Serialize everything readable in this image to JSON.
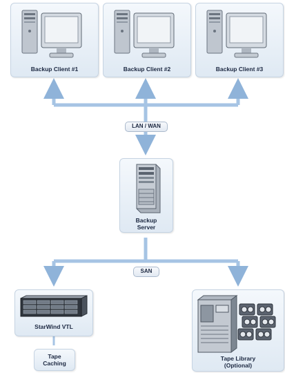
{
  "clients": [
    {
      "label": "Backup Client #1"
    },
    {
      "label": "Backup Client #2"
    },
    {
      "label": "Backup Client #3"
    }
  ],
  "lan_label": "LAN / WAN",
  "server": {
    "line1": "Backup",
    "line2": "Server"
  },
  "san_label": "SAN",
  "vtl": {
    "label": "StarWind VTL"
  },
  "caching": {
    "line1": "Tape",
    "line2": "Caching"
  },
  "library": {
    "line1": "Tape Library",
    "line2": "(Optional)"
  },
  "colors": {
    "arrow": "#8fb3d9",
    "border": "#c5d3e2",
    "text": "#1b2740"
  }
}
